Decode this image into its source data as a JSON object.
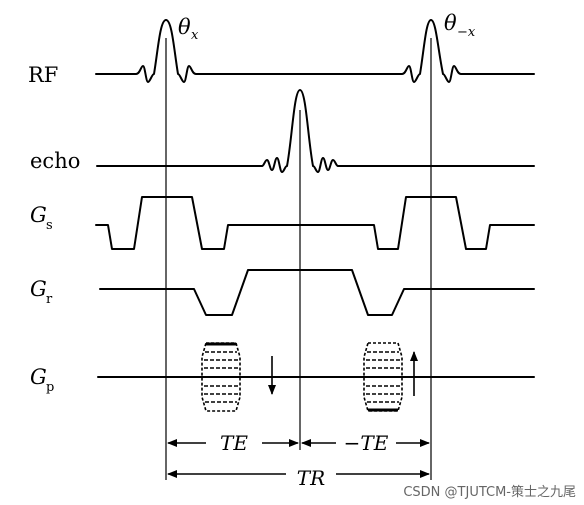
{
  "labels": {
    "rf": "RF",
    "echo": "echo",
    "gs_main": "G",
    "gs_sub": "s",
    "gr_main": "G",
    "gr_sub": "r",
    "gp_main": "G",
    "gp_sub": "p"
  },
  "pulses": {
    "theta_x_main": "θ",
    "theta_x_sub": "x",
    "theta_mx_main": "θ",
    "theta_mx_sub": "−x"
  },
  "dimensions": {
    "te_left": "TE",
    "te_right": "−TE",
    "tr": "TR"
  },
  "watermark": "CSDN @TJUTCM-策士之九尾"
}
